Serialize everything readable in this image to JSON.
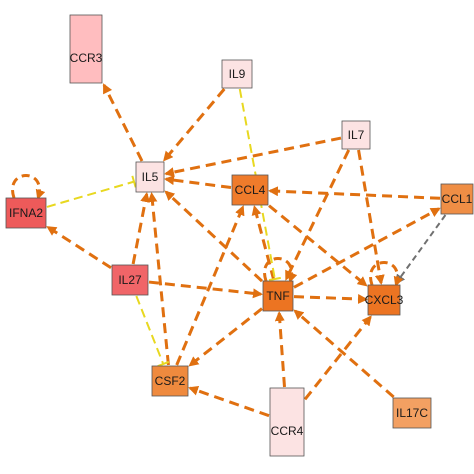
{
  "diagram": {
    "colors": {
      "activation_edge": "#E07010",
      "inhibition_edge": "#E8D820",
      "unknown_edge": "#707070",
      "node_stroke": "#555555"
    },
    "nodes": [
      {
        "id": "CCR3",
        "label": "CCR3",
        "fill": "#FFBDBF"
      },
      {
        "id": "IL9",
        "label": "IL9",
        "fill": "#FCE3E3"
      },
      {
        "id": "IL7",
        "label": "IL7",
        "fill": "#FCE3E3"
      },
      {
        "id": "IL5",
        "label": "IL5",
        "fill": "#FCE3E3"
      },
      {
        "id": "CCL4",
        "label": "CCL4",
        "fill": "#EF7B2B"
      },
      {
        "id": "CCL1",
        "label": "CCL1",
        "fill": "#EF8E45"
      },
      {
        "id": "IFNA2",
        "label": "IFNA2",
        "fill": "#EE5A5A"
      },
      {
        "id": "IL27",
        "label": "IL27",
        "fill": "#F06568"
      },
      {
        "id": "TNF",
        "label": "TNF",
        "fill": "#EC7422"
      },
      {
        "id": "CXCL3",
        "label": "CXCL3",
        "fill": "#EC7422"
      },
      {
        "id": "CSF2",
        "label": "CSF2",
        "fill": "#EF8A3E"
      },
      {
        "id": "CCR4",
        "label": "CCR4",
        "fill": "#FCE3E3"
      },
      {
        "id": "IL17C",
        "label": "IL17C",
        "fill": "#F3A062"
      }
    ],
    "edges": [
      {
        "from": "IL5",
        "to": "CCR3",
        "type": "activation"
      },
      {
        "from": "IL9",
        "to": "IL5",
        "type": "activation"
      },
      {
        "from": "IL7",
        "to": "IL5",
        "type": "activation"
      },
      {
        "from": "CCL4",
        "to": "IL5",
        "type": "activation"
      },
      {
        "from": "CCL1",
        "to": "CCL4",
        "type": "activation"
      },
      {
        "from": "IL27",
        "to": "IFNA2",
        "type": "activation"
      },
      {
        "from": "IL27",
        "to": "IL5",
        "type": "activation"
      },
      {
        "from": "IL27",
        "to": "TNF",
        "type": "activation"
      },
      {
        "from": "TNF",
        "to": "IL5",
        "type": "activation"
      },
      {
        "from": "TNF",
        "to": "CCL4",
        "type": "activation"
      },
      {
        "from": "TNF",
        "to": "CXCL3",
        "type": "activation"
      },
      {
        "from": "TNF",
        "to": "CCL1",
        "type": "activation"
      },
      {
        "from": "TNF",
        "to": "CSF2",
        "type": "activation"
      },
      {
        "from": "IL7",
        "to": "TNF",
        "type": "activation"
      },
      {
        "from": "IL7",
        "to": "CXCL3",
        "type": "activation"
      },
      {
        "from": "CCL4",
        "to": "CXCL3",
        "type": "activation"
      },
      {
        "from": "CSF2",
        "to": "IL5",
        "type": "activation"
      },
      {
        "from": "CSF2",
        "to": "CCL4",
        "type": "activation"
      },
      {
        "from": "CCR4",
        "to": "TNF",
        "type": "activation"
      },
      {
        "from": "CCR4",
        "to": "CSF2",
        "type": "activation"
      },
      {
        "from": "CCR4",
        "to": "CXCL3",
        "type": "activation"
      },
      {
        "from": "IL17C",
        "to": "TNF",
        "type": "activation"
      },
      {
        "from": "IL9",
        "to": "TNF",
        "type": "inhibition"
      },
      {
        "from": "IFNA2",
        "to": "IL5",
        "type": "inhibition"
      },
      {
        "from": "IL27",
        "to": "CSF2",
        "type": "inhibition"
      },
      {
        "from": "CCL1",
        "to": "CXCL3",
        "type": "unknown"
      }
    ],
    "self_loops": [
      "IFNA2",
      "TNF",
      "CXCL3"
    ]
  }
}
